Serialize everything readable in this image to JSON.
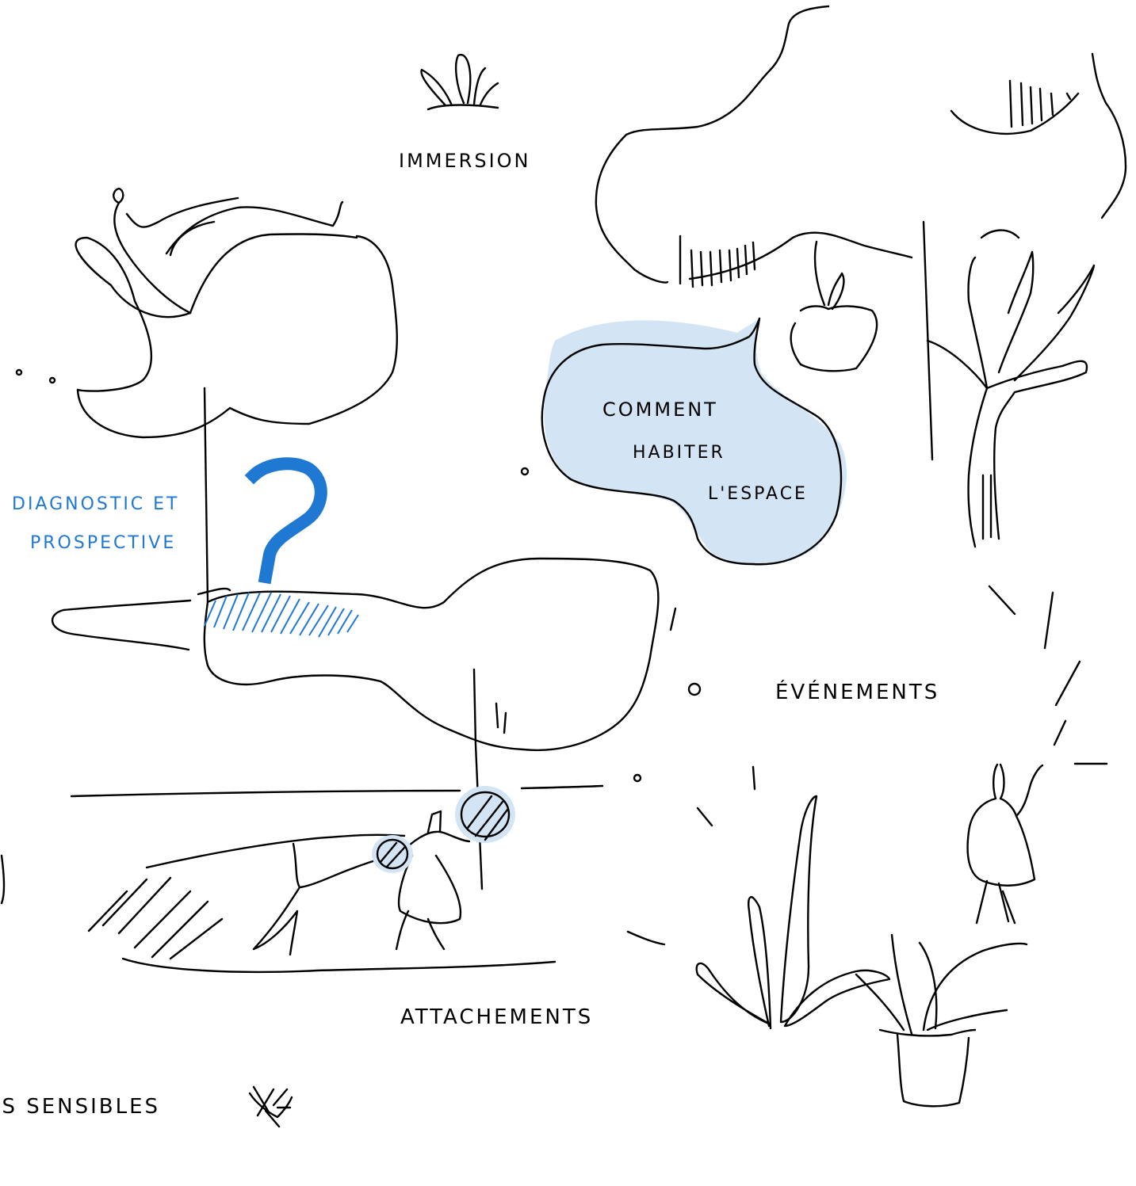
{
  "colors": {
    "ink": "#000000",
    "accent": "#1f78d1",
    "bubble_fill": "#d3e4f4",
    "hatch_fill": "#b7cde6"
  },
  "labels": {
    "immersion": "IMMERSION",
    "diagnostic_line1": "DIAGNOSTIC ET",
    "diagnostic_line2": "PROSPECTIVE",
    "question_mark": "?",
    "bubble_line1": "COMMENT",
    "bubble_line2": "HABITER",
    "bubble_line3": "L'ESPACE",
    "evenements": "ÉVÉNEMENTS",
    "attachements": "ATTACHEMENTS",
    "sensibles": "DES SENSIBLES"
  },
  "icons": [
    "grass-tuft-icon",
    "reclining-figure-sketch",
    "apple-icon",
    "tree-figure-sketch",
    "walking-person-sketch",
    "potted-plant-sketch",
    "bug-icon"
  ]
}
